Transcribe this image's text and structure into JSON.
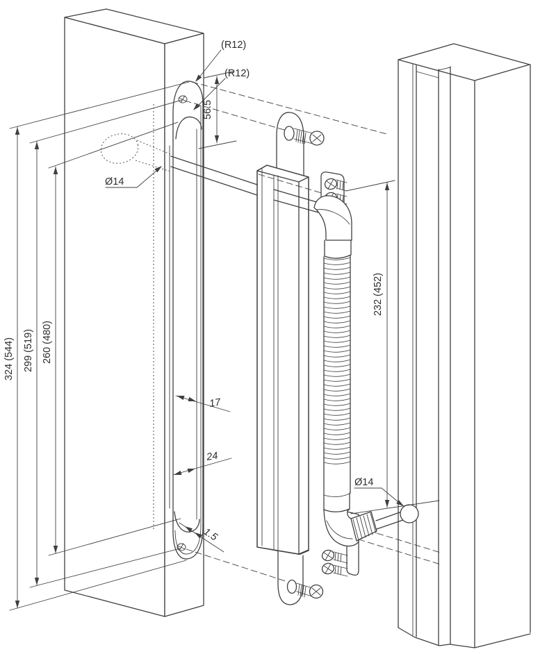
{
  "drawing": {
    "background": "#ffffff",
    "line_color": "#3f3f3f",
    "labels": {
      "radius_top_outer": "(R12)",
      "radius_top_inner": "(R12)",
      "offset_top": "56.5",
      "rod_diameter_top": "Ø14",
      "height_overall": "324 (544)",
      "height_hole_to_hole": "299 (519)",
      "height_slot": "260 (480)",
      "height_spring": "232 (452)",
      "slot_width": "17",
      "plate_width": "24",
      "plate_thickness": "1.5",
      "rod_diameter_bottom": "Ø14"
    }
  }
}
